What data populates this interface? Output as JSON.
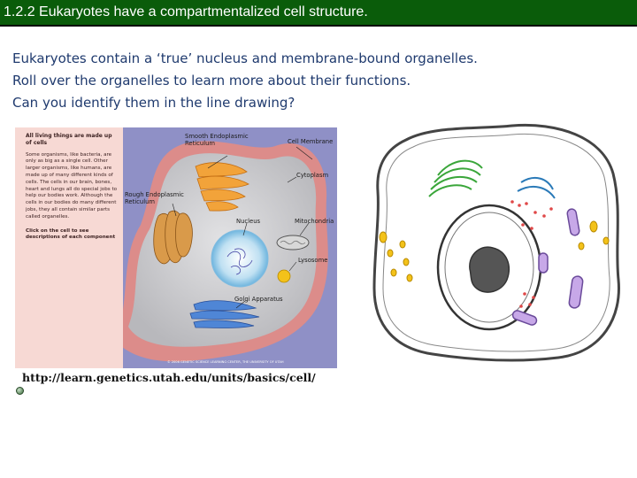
{
  "header": {
    "title": "1.2.2 Eukaryotes have a compartmentalized cell structure."
  },
  "intro": {
    "lines": [
      "Eukaryotes contain a ‘true’ nucleus and membrane-bound organelles.",
      "Roll over the organelles to learn more about their functions.",
      "Can you identify them in the line drawing?"
    ]
  },
  "cell_panel": {
    "sidebar": {
      "heading": "All living things are made up of cells",
      "paragraph1": "Some organisms, like bacteria, are only as big as a single cell. Other larger organisms, like humans, are made up of many different kinds of cells. The cells in our brain, bones, heart and lungs all do special jobs to help our bodies work. Although the cells in our bodies do many different jobs, they all contain similar parts called organelles.",
      "paragraph2": "Click on the cell to see descriptions of each component"
    },
    "labels": {
      "smooth_er": "Smooth Endoplasmic\nReticulum",
      "cell_membrane": "Cell Membrane",
      "cytoplasm": "Cytoplasm",
      "rough_er": "Rough Endoplasmic\nReticulum",
      "nucleus": "Nucleus",
      "mitochondria": "Mitochondria",
      "lysosome": "Lysosome",
      "golgi": "Golgi Apparatus"
    },
    "copyright": "© 2006 GENETIC SCIENCE LEARNING CENTER, THE UNIVERSITY OF UTAH"
  },
  "source": {
    "url": "http://learn.genetics.utah.edu/units/basics/cell/"
  },
  "colors": {
    "title_bar": "#0a5c0a",
    "intro_text": "#1f3a6e",
    "sidebar_bg": "#f7d9d4",
    "diagram_bg": "#8f90c6"
  }
}
